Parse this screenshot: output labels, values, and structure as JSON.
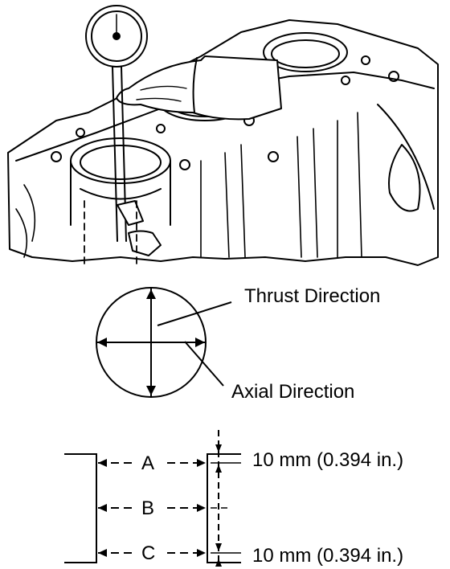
{
  "labels": {
    "thrust_direction": "Thrust Direction",
    "axial_direction": "Axial Direction",
    "position_a": "A",
    "position_b": "B",
    "position_c": "C",
    "top_offset": "10 mm (0.394 in.)",
    "bottom_offset": "10 mm (0.394 in.)"
  },
  "colors": {
    "ink": "#000000",
    "paper": "#ffffff"
  },
  "illustration": {
    "subject": "cylinder bore measured with dial bore gauge on engine block"
  }
}
